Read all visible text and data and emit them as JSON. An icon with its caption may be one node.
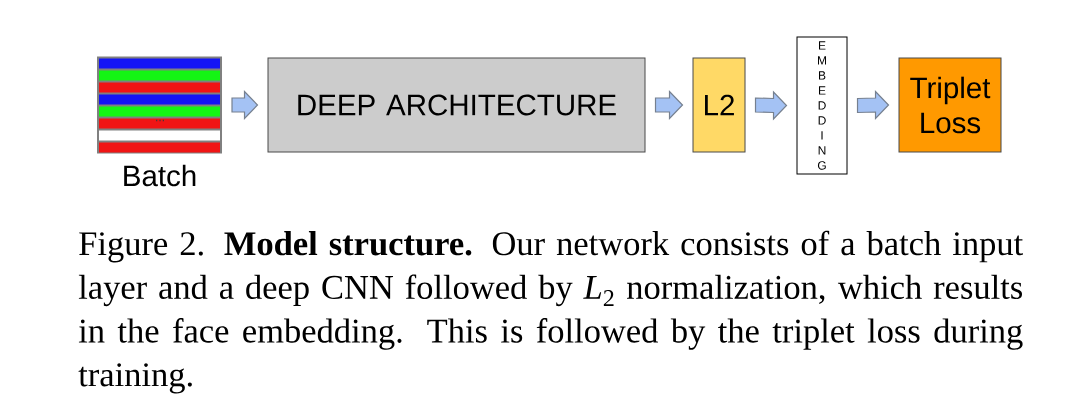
{
  "diagram": {
    "caption": "Figure 2. **Model structure.** Our network consists of a batch input layer and a deep CNN followed by *L*$_{2}$ normalization, which results in the face embedding. This is followed by the triplet loss during training.",
    "nodes": [
      {
        "text": [
          "Batch"
        ]
      },
      {
        "text": [
          "DEEP ARCHITECTURE"
        ]
      },
      {
        "text": [
          "L2"
        ]
      },
      {
        "text": [
          "EMBEDDING"
        ]
      },
      {
        "text": [
          "Triplet Loss"
        ]
      }
    ],
    "edges": [
      {
        "from": 0,
        "to": 1,
        "arrow": "to"
      },
      {
        "from": 1,
        "to": 2,
        "arrow": "to"
      },
      {
        "from": 2,
        "to": 3,
        "arrow": "to"
      },
      {
        "from": 3,
        "to": 4,
        "arrow": "to"
      }
    ],
    "labels": [
      "..."
    ]
  }
}
